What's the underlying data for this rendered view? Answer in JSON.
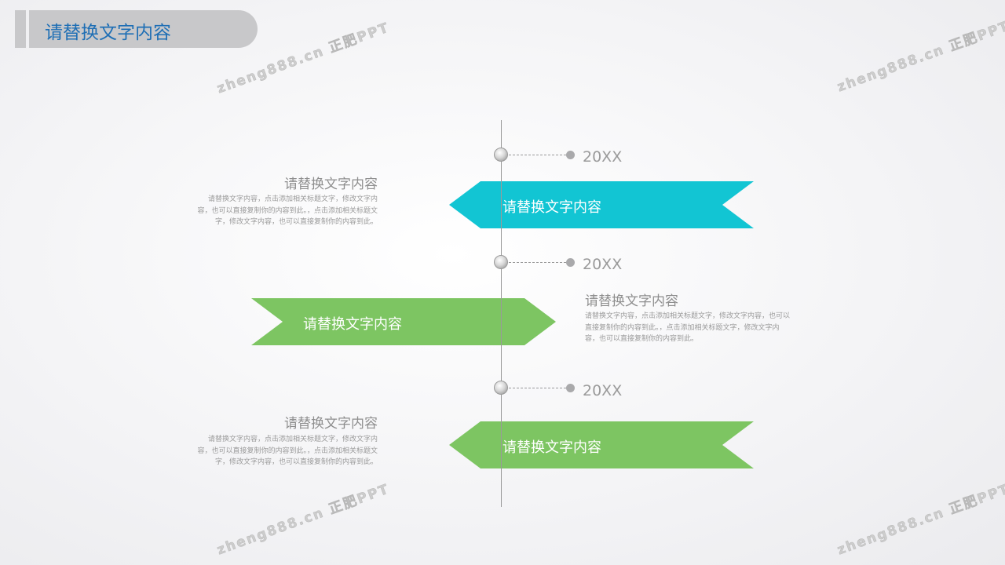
{
  "header": {
    "title": "请替换文字内容"
  },
  "watermark": "zheng888.cn 正肥PPT",
  "timeline": [
    {
      "year": "20XX",
      "ribbon_label": "请替换文字内容",
      "ribbon_color": "#12c5d3",
      "title": "请替换文字内容",
      "body": "请替换文字内容，点击添加相关标题文字，修改文字内容，也可以直接复制你的内容到此。，点击添加相关标题文字，修改文字内容，也可以直接复制你的内容到此。"
    },
    {
      "year": "20XX",
      "ribbon_label": "请替换文字内容",
      "ribbon_color": "#7dc562",
      "title": "请替换文字内容",
      "body": "请替换文字内容，点击添加相关标题文字，修改文字内容，也可以直接复制你的内容到此。，点击添加相关标题文字，修改文字内容，也可以直接复制你的内容到此。"
    },
    {
      "year": "20XX",
      "ribbon_label": "请替换文字内容",
      "ribbon_color": "#7dc562",
      "title": "请替换文字内容",
      "body": "请替换文字内容，点击添加相关标题文字，修改文字内容，也可以直接复制你的内容到此。，点击添加相关标题文字，修改文字内容，也可以直接复制你的内容到此。"
    }
  ]
}
